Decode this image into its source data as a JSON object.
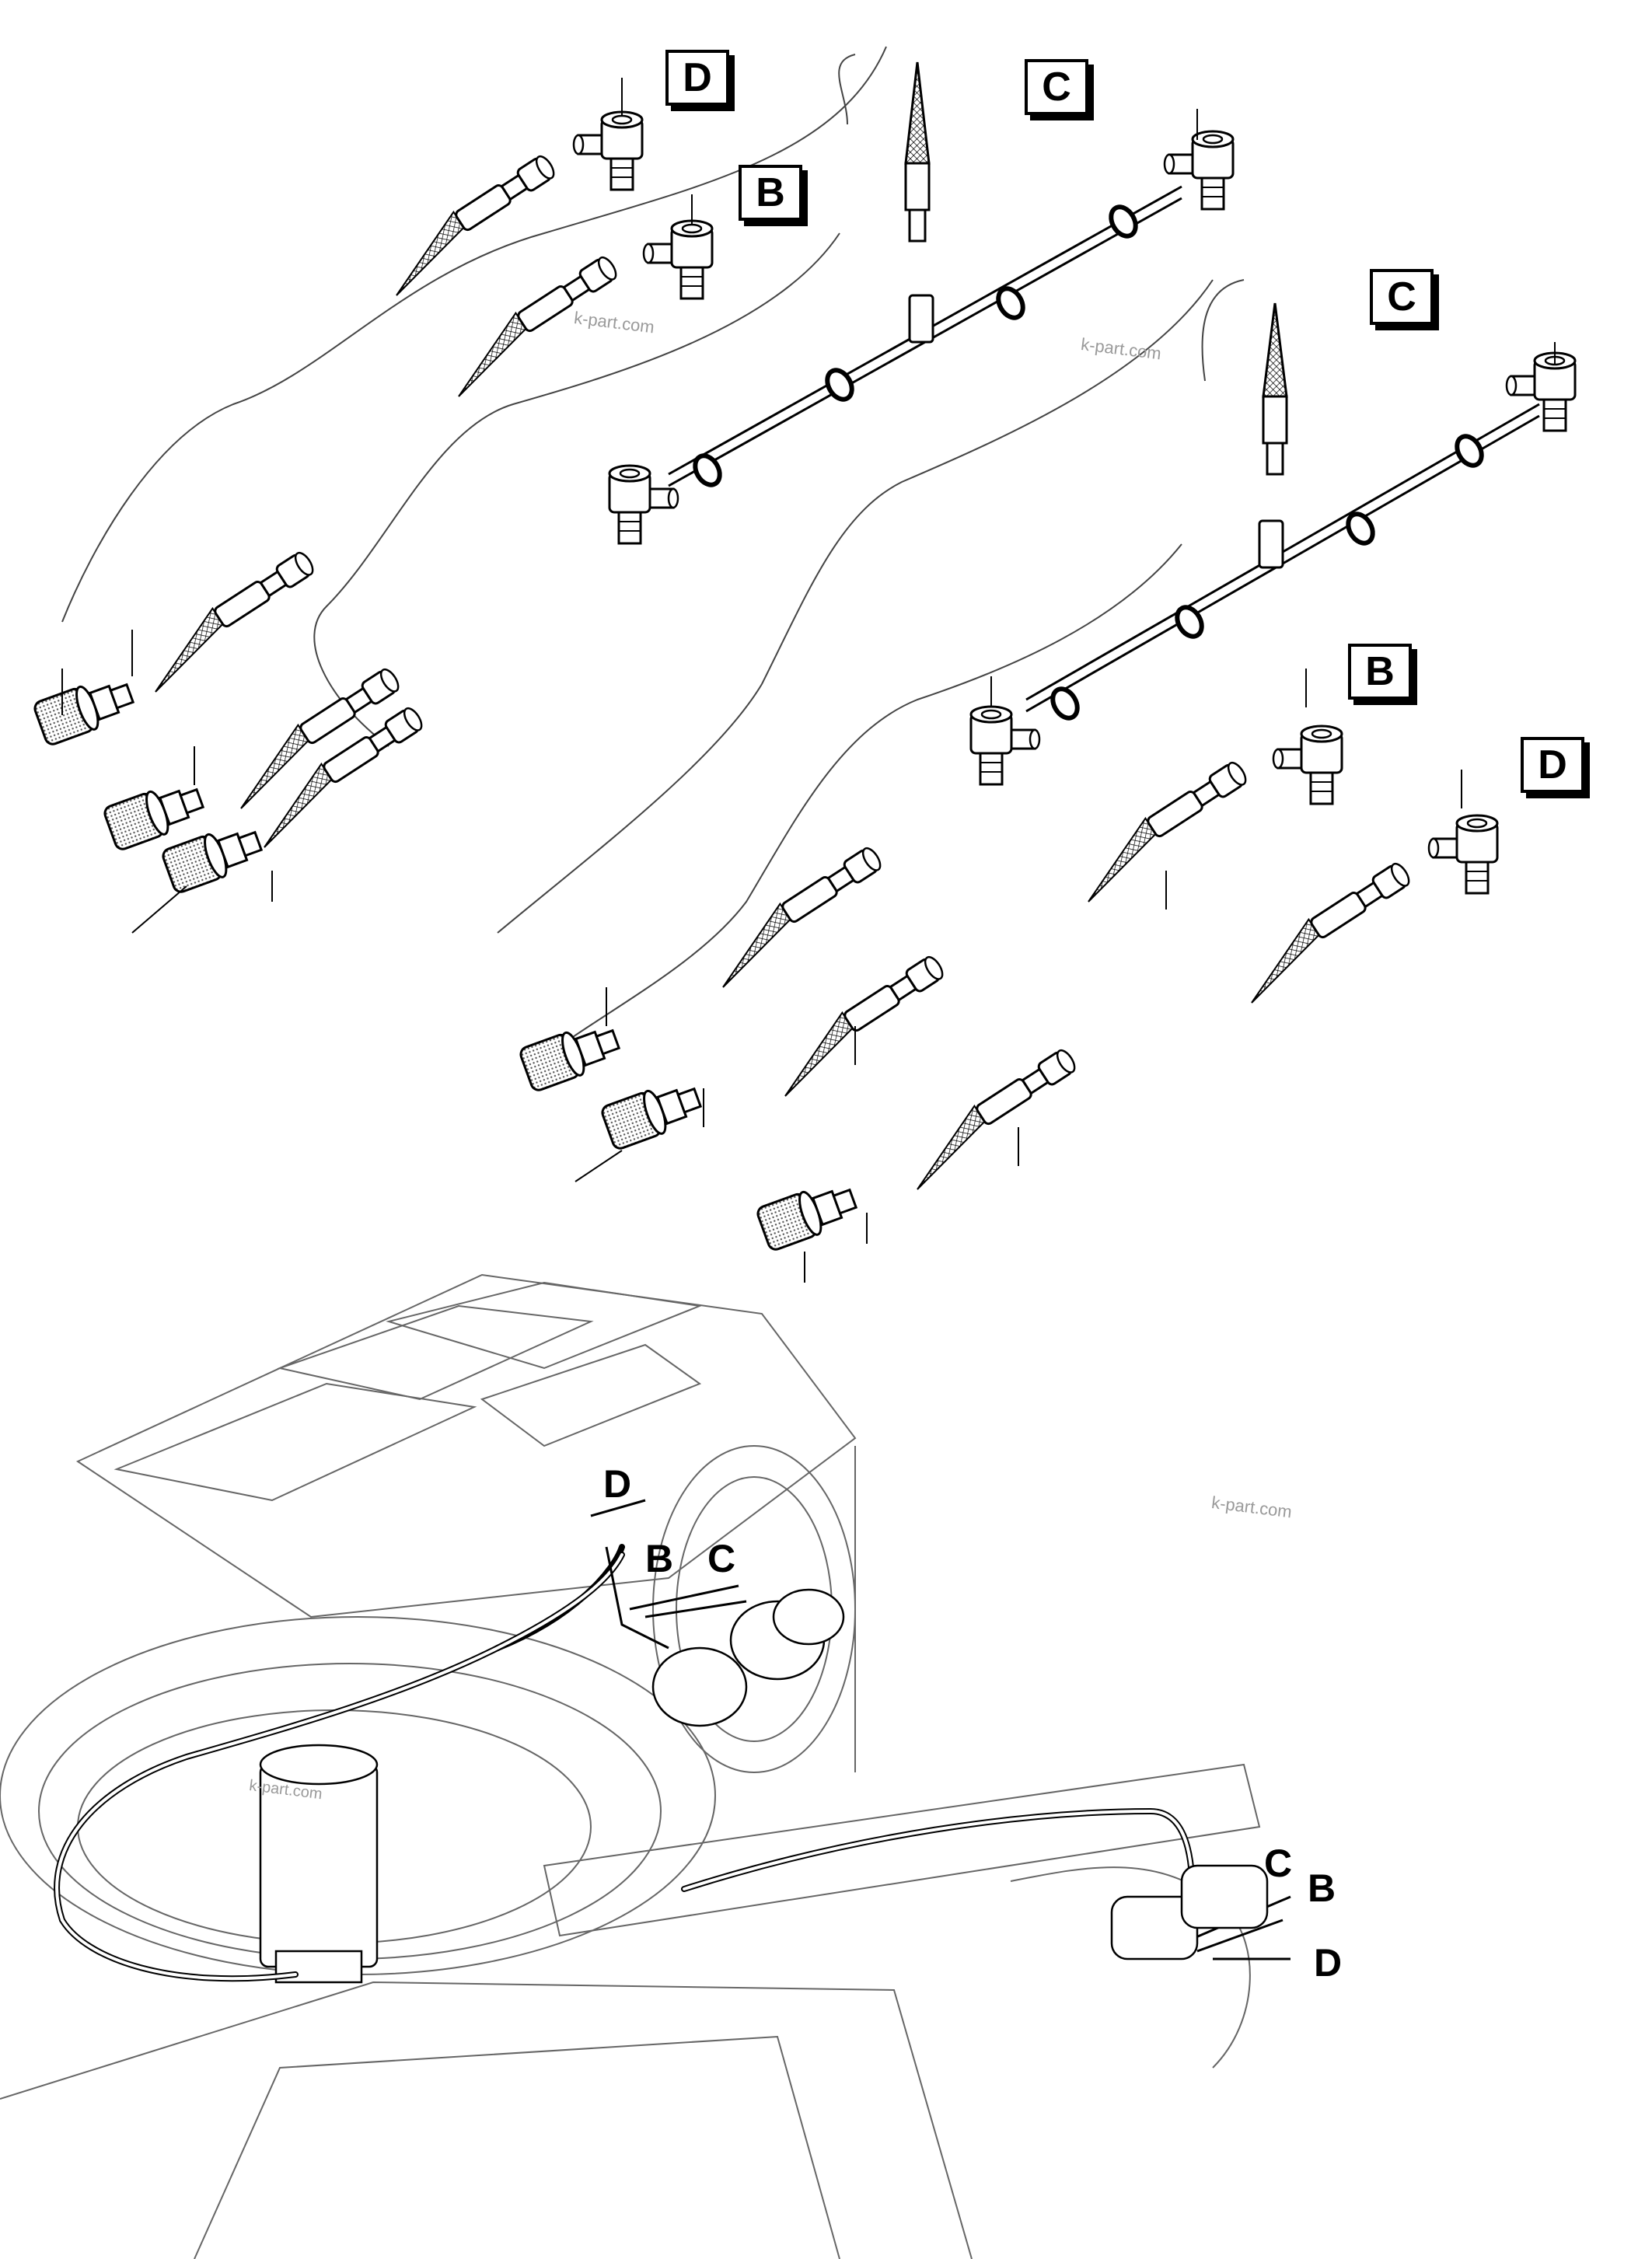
{
  "top_labels": {
    "d1": "D",
    "c1": "C",
    "b1": "B",
    "c2": "C",
    "b2": "B",
    "d2": "D"
  },
  "bottom_labels": {
    "d": "D",
    "b": "B",
    "c": "C",
    "c_right": "C",
    "b_right": "B",
    "d_right": "D"
  },
  "watermarks": {
    "w1": "k-part.com",
    "w2": "k-part.com",
    "w3": "k-part.com",
    "w4": "k-part.com"
  }
}
